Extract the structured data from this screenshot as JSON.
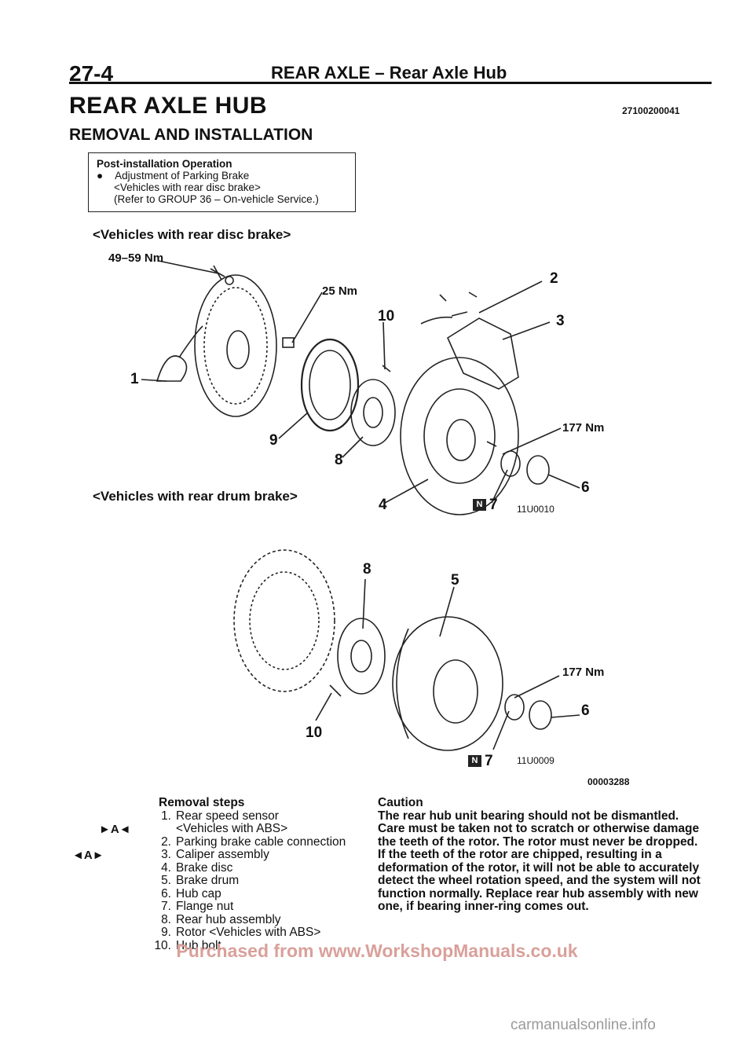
{
  "header": {
    "page_number": "27-4",
    "title": "REAR AXLE – Rear Axle Hub"
  },
  "section": {
    "title": "REAR AXLE HUB",
    "code": "27100200041",
    "subtitle": "REMOVAL AND INSTALLATION"
  },
  "note": {
    "heading": "Post-installation Operation",
    "bullet": "●",
    "line1": "Adjustment of Parking Brake",
    "line2": "<Vehicles with rear disc brake>",
    "line3": "(Refer to GROUP 36 – On-vehicle Service.)"
  },
  "figure1": {
    "caption": "<Vehicles with rear disc brake>",
    "torque_top": "49–59 Nm",
    "torque_mid": "25 Nm",
    "torque_nut": "177 Nm",
    "callouts": [
      "1",
      "2",
      "3",
      "4",
      "6",
      "8",
      "9",
      "10"
    ],
    "callout_7": "7",
    "badge": "N",
    "code": "11U0010"
  },
  "figure2": {
    "caption": "<Vehicles with rear drum brake>",
    "torque_nut": "177 Nm",
    "callouts": [
      "8",
      "5",
      "6",
      "10"
    ],
    "callout_7": "7",
    "badge": "N",
    "code": "11U0009"
  },
  "figure_code": "00003288",
  "removal": {
    "title": "Removal steps",
    "mark_a": "►A◄",
    "mark_b": "◄A►",
    "steps": [
      {
        "n": "1.",
        "text": "Rear speed sensor"
      },
      {
        "n": "",
        "text": "<Vehicles with ABS>"
      },
      {
        "n": "2.",
        "text": "Parking brake cable connection"
      },
      {
        "n": "3.",
        "text": "Caliper assembly"
      },
      {
        "n": "4.",
        "text": "Brake disc"
      },
      {
        "n": "5.",
        "text": "Brake drum"
      },
      {
        "n": "6.",
        "text": "Hub cap"
      },
      {
        "n": "7.",
        "text": "Flange nut"
      },
      {
        "n": "8.",
        "text": "Rear hub assembly"
      },
      {
        "n": "9.",
        "text": "Rotor <Vehicles with ABS>"
      },
      {
        "n": "10.",
        "text": "Hub bolt"
      }
    ]
  },
  "caution": {
    "title": "Caution",
    "text": "The rear hub unit bearing should not be dismantled. Care must be taken not to scratch or otherwise damage the teeth of the rotor. The rotor must never be dropped. If the teeth of the rotor are chipped, resulting in a deformation of the rotor, it will not be able to accurately detect the wheel rotation speed, and the system will not function normally. Replace rear hub assembly with new one, if bearing inner-ring comes out."
  },
  "footer": "Purchased from www.WorkshopManuals.co.uk",
  "watermark": "carmanualsonline.info"
}
